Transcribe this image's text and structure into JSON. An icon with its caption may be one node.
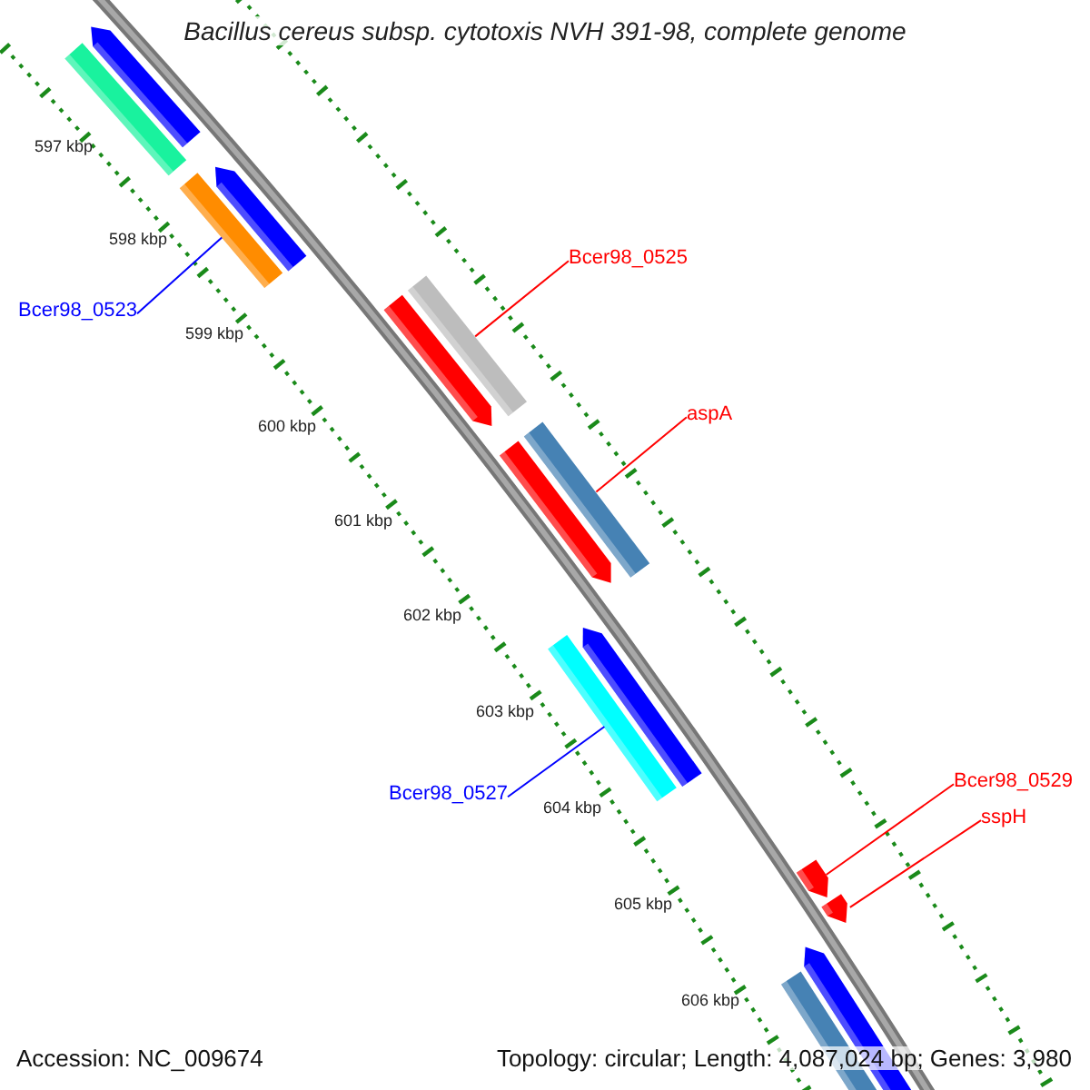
{
  "diagram": {
    "title": "Bacillus cereus subsp. cytotoxis NVH 391-98, complete genome",
    "nodes": [
      {
        "text": [
          "Bcer98_0523"
        ]
      },
      {
        "text": [],
        "shape": "bar"
      },
      {
        "text": [
          "Bcer98_0525"
        ]
      },
      {
        "text": [],
        "shape": "bar"
      },
      {
        "text": [
          "aspA"
        ]
      },
      {
        "text": [],
        "shape": "bar"
      },
      {
        "text": [
          "Bcer98_0527"
        ]
      },
      {
        "text": [],
        "shape": "bar"
      },
      {
        "text": [
          "Bcer98_0529"
        ]
      },
      {
        "text": [],
        "shape": "bar"
      },
      {
        "text": [
          "sspH"
        ]
      },
      {
        "text": [],
        "shape": "bar"
      }
    ],
    "edges": [
      {
        "from": 0,
        "to": 1,
        "arrow": "none",
        "color": "#0000ff"
      },
      {
        "from": 2,
        "to": 3,
        "arrow": "none"
      },
      {
        "from": 4,
        "to": 5,
        "arrow": "none"
      },
      {
        "from": 6,
        "to": 7,
        "arrow": "none",
        "color": "#0000ff"
      },
      {
        "from": 8,
        "to": 9,
        "arrow": "none"
      },
      {
        "from": 10,
        "to": 11,
        "arrow": "none"
      }
    ],
    "labels": [
      "597 kbp",
      "598 kbp",
      "599 kbp",
      "600 kbp",
      "601 kbp",
      "602 kbp",
      "603 kbp",
      "604 kbp",
      "605 kbp",
      "606 kbp",
      "Accession: NC_009674",
      "Topology: circular; Length: 4,087,024 bp; Genes: 3,980"
    ]
  }
}
